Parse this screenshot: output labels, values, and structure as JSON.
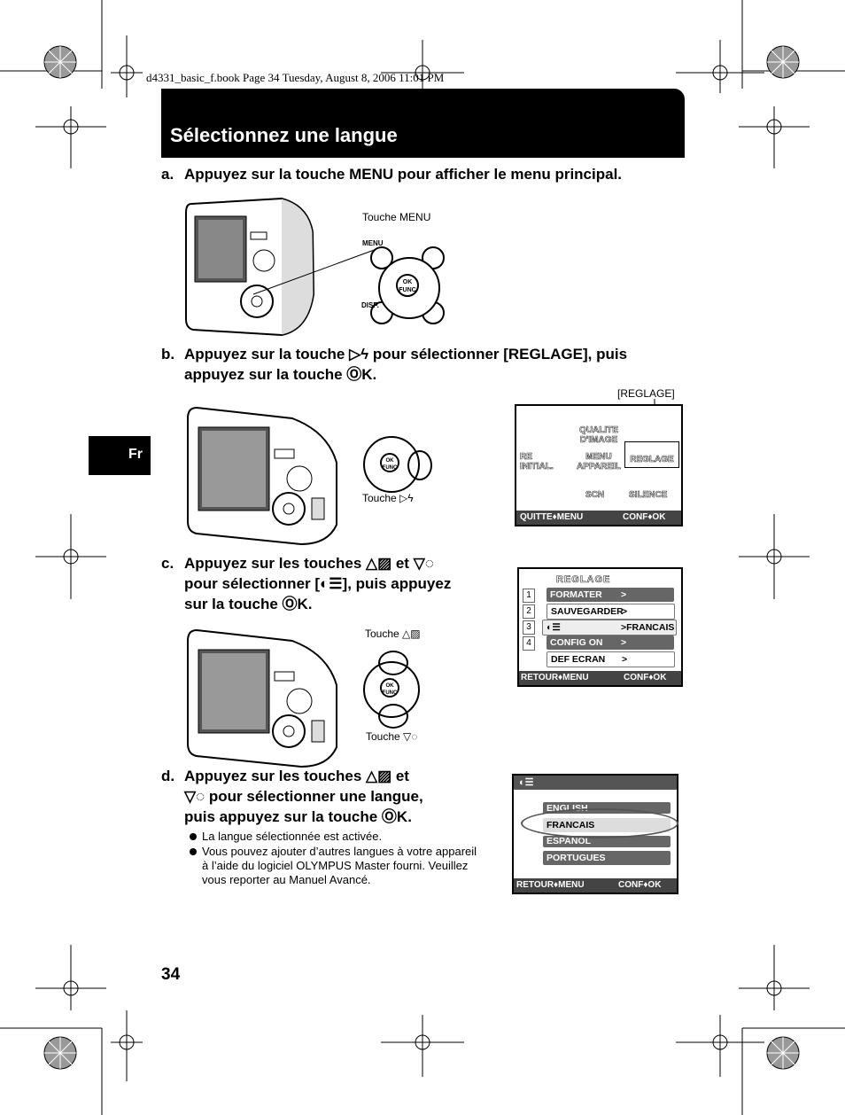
{
  "header": {
    "file_info": "d4331_basic_f.book  Page 34  Tuesday, August 8, 2006  11:01 PM"
  },
  "title": "Sélectionnez une langue",
  "lang_tab": "Fr",
  "steps": {
    "a": {
      "label": "a.",
      "text": "Appuyez sur la touche MENU pour afficher le menu principal."
    },
    "b": {
      "label": "b.",
      "line1": "Appuyez sur la touche ▷ϟ pour sélectionner [REGLAGE], puis",
      "line2": "appuyez sur la touche ⓄK."
    },
    "c": {
      "label": "c.",
      "line1": "Appuyez sur les touches △▨ et ▽◌",
      "line2": "pour sélectionner [◐☰], puis appuyez",
      "line3": "sur la touche ⓄK."
    },
    "d": {
      "label": "d.",
      "line1": "Appuyez sur les touches △▨ et",
      "line2": "▽◌ pour sélectionner une langue,",
      "line3": "puis appuyez sur la touche ⓄK."
    }
  },
  "captions": {
    "touche_menu": "Touche MENU",
    "reglage": "[REGLAGE]",
    "touche_right": "Touche ▷ϟ",
    "touche_up": "Touche △▨",
    "touche_down": "Touche ▽◌",
    "button_menu": "MENU",
    "button_disp": "DISP.",
    "button_ok": "OK",
    "button_func": "FUNC"
  },
  "screen_main": {
    "items": [
      "QUALITE D'IMAGE",
      "RE INITIAL.",
      "MENU APPAREIL",
      "REGLAGE",
      "SCN",
      "SILENCE"
    ],
    "bottom_left": "QUITTE♦MENU",
    "bottom_right": "CONF♦OK"
  },
  "screen_reglage": {
    "title": "REGLAGE",
    "numbers": [
      "1",
      "2",
      "3",
      "4"
    ],
    "rows": [
      {
        "label": "FORMATER",
        "value": ""
      },
      {
        "label": "SAUVEGARDER",
        "value": ""
      },
      {
        "label": "◐☰",
        "value": "FRANCAIS"
      },
      {
        "label": "CONFIG ON",
        "value": ""
      },
      {
        "label": "DEF ECRAN",
        "value": ""
      }
    ],
    "bottom_left": "RETOUR♦MENU",
    "bottom_right": "CONF♦OK"
  },
  "screen_lang": {
    "title": "◐☰",
    "languages": [
      "ENGLISH",
      "FRANCAIS",
      "ESPANOL",
      "PORTUGUES"
    ],
    "bottom_left": "RETOUR♦MENU",
    "bottom_right": "CONF♦OK"
  },
  "bullets": [
    "La langue sélectionnée est activée.",
    "Vous pouvez ajouter d’autres langues à votre appareil à l’aide du logiciel OLYMPUS Master fourni. Veuillez vous reporter au Manuel Avancé."
  ],
  "page_number": "34"
}
